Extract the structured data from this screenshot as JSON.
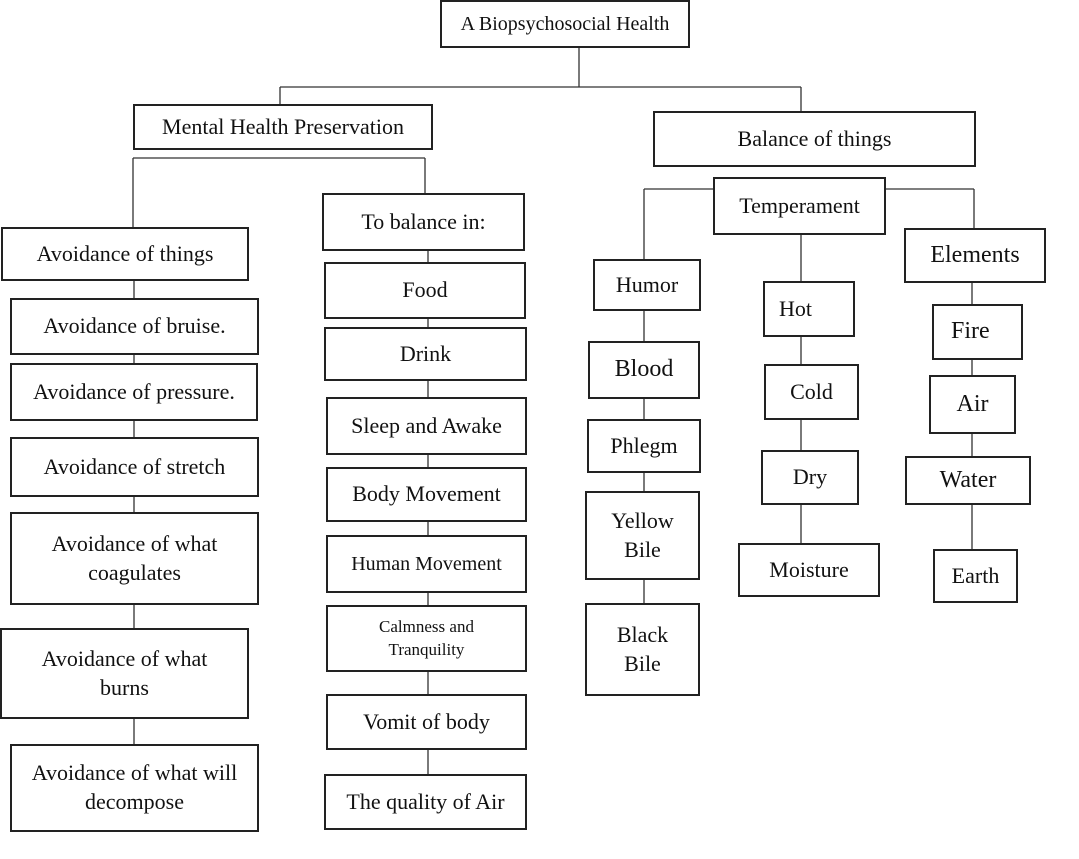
{
  "root": "A Biopsychosocial Health",
  "mental": {
    "title": "Mental Health Preservation",
    "avoidance": {
      "title": "Avoidance of things",
      "items": [
        "Avoidance of bruise.",
        "Avoidance of pressure.",
        "Avoidance of stretch",
        "Avoidance of what coagulates",
        "Avoidance of what burns",
        "Avoidance of what will decompose"
      ]
    },
    "balance": {
      "title": "To balance in:",
      "items": [
        "Food",
        "Drink",
        "Sleep and Awake",
        "Body Movement",
        "Human Movement",
        "Calmness and Tranquility",
        "Vomit of body",
        "The quality of Air"
      ]
    }
  },
  "balance_of_things": {
    "title": "Balance of things",
    "humor": {
      "title": "Humor",
      "items": [
        "Blood",
        "Phlegm",
        "Yellow Bile",
        "Black Bile"
      ]
    },
    "temperament": {
      "title": "Temperament",
      "items": [
        "Hot",
        "Cold",
        "Dry",
        "Moisture"
      ]
    },
    "elements": {
      "title": "Elements",
      "items": [
        "Fire",
        "Air",
        "Water",
        "Earth"
      ]
    }
  }
}
